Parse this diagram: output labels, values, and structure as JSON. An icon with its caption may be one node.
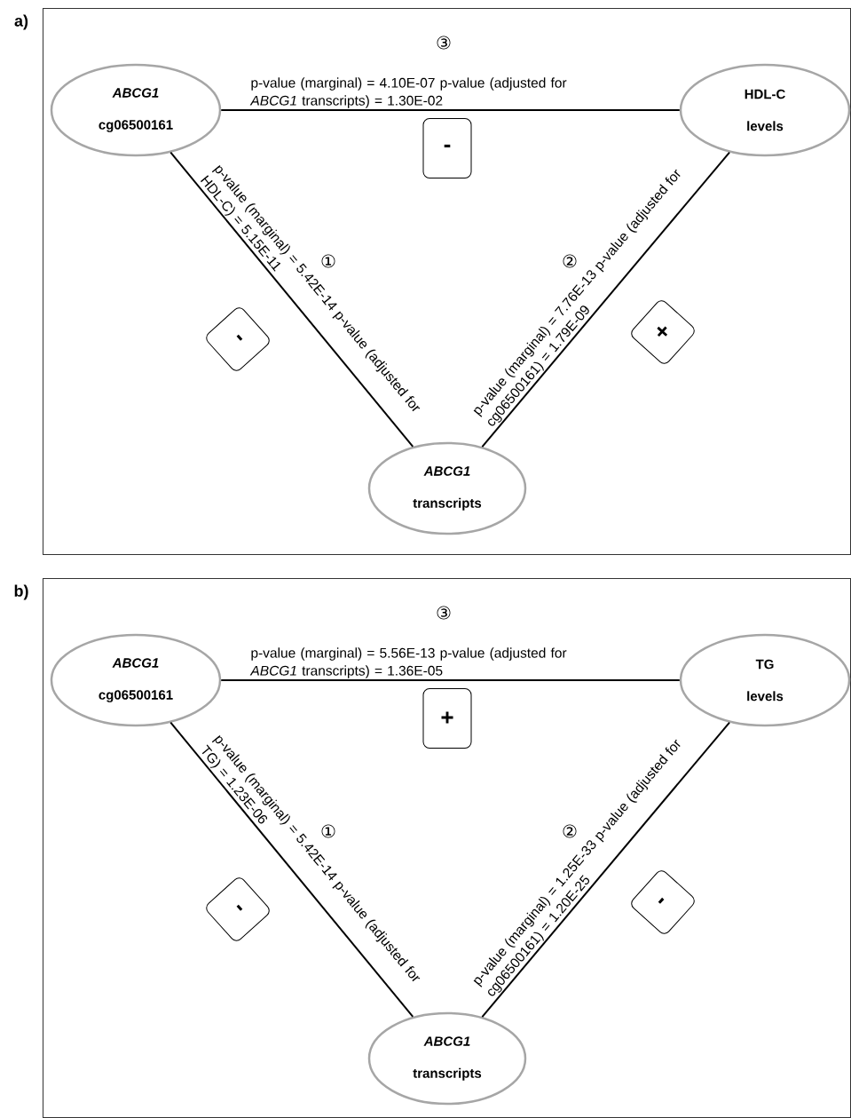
{
  "diagram": {
    "nodes": [
      {
        "text": [
          "a)"
        ]
      },
      {
        "text": [
          "*ABCG1* cg06500161"
        ],
        "in": 0
      },
      {
        "text": [
          "HDL-C levels"
        ],
        "in": 0
      },
      {
        "text": [
          "-"
        ],
        "in": 0
      },
      {
        "text": [
          "-"
        ],
        "in": 0
      },
      {
        "text": [
          "+"
        ],
        "in": 0
      },
      {
        "text": [
          "*ABCG1* transcripts"
        ],
        "in": 0
      },
      {
        "text": [
          "b)"
        ]
      },
      {
        "text": [
          "*ABCG1* cg06500161"
        ],
        "in": 7
      },
      {
        "text": [
          "TG levels"
        ],
        "in": 7
      },
      {
        "text": [
          "+"
        ],
        "in": 7
      },
      {
        "text": [
          "-"
        ],
        "in": 7
      },
      {
        "text": [
          "-"
        ],
        "in": 7
      },
      {
        "text": [
          "*ABCG1* transcripts"
        ],
        "in": 7
      }
    ],
    "edges": [
      {
        "from": 1,
        "to": 2,
        "arrow": "none",
        "label": "p-value (marginal) = 4.10E-07 p-value (adjusted for *ABCG1* transcripts) = 1.30E-02"
      },
      {
        "from": 1,
        "to": 6,
        "arrow": "none",
        "label": "p-value (marginal) = 5.42E-14 p-value (adjusted for HDL-C) = 5.15E-11"
      },
      {
        "from": 6,
        "to": 2,
        "arrow": "none",
        "label": "p-value (marginal) = 7.76E-13 p-value (adjusted for cg06500161) = 1.79E-09"
      },
      {
        "from": 8,
        "to": 9,
        "arrow": "none",
        "label": "p-value (marginal) = 5.56E-13 p-value (adjusted for *ABCG1* transcripts) = 1.36E-05"
      },
      {
        "from": 8,
        "to": 13,
        "arrow": "none",
        "label": "p-value (marginal) = 5.42E-14 p-value (adjusted for TG) = 1.23E-06"
      },
      {
        "from": 13,
        "to": 9,
        "arrow": "none",
        "label": "p-value (marginal) = 1.25E-33 p-value (adjusted for cg06500161) = 1.20E-25"
      }
    ],
    "labels": [
      "③",
      "①",
      "②",
      "③",
      "①",
      "②"
    ]
  }
}
